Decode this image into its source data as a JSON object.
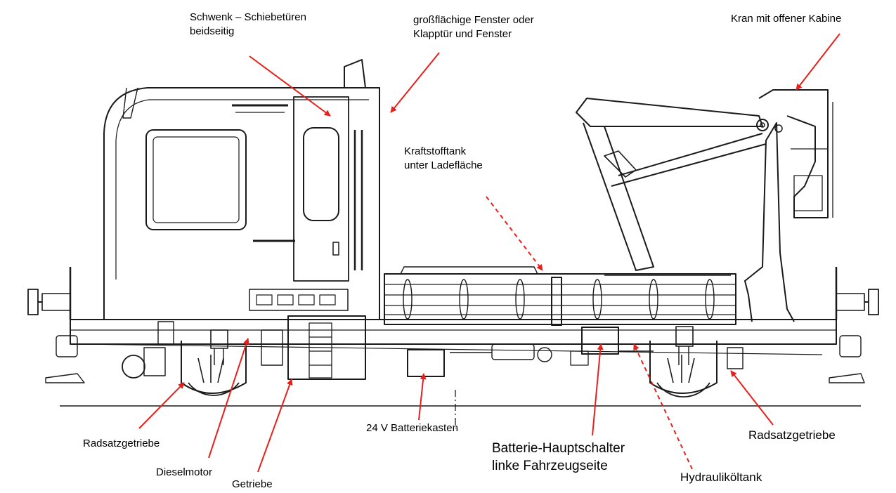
{
  "labels": {
    "schwenk": [
      "Schwenk – Schiebetüren",
      "beidseitig"
    ],
    "fenster": [
      "großflächige Fenster oder",
      "Klapptür und Fenster"
    ],
    "kran": [
      "Kran mit offener Kabine"
    ],
    "kraftstoff": [
      "Kraftstofftank",
      "unter Ladefläche"
    ],
    "radsatz_left": [
      "Radsatzgetriebe"
    ],
    "dieselmotor": [
      "Dieselmotor"
    ],
    "getriebe": [
      "Getriebe"
    ],
    "batteriekasten": [
      "24 V Batteriekasten"
    ],
    "hauptschalter": [
      "Batterie-Hauptschalter",
      "linke Fahrzeugseite"
    ],
    "hydraulik": [
      "Hydrauliköltank"
    ],
    "radsatz_right": [
      "Radsatzgetriebe"
    ]
  },
  "colors": {
    "arrow": "#e8201c",
    "line": "#1a1a1a",
    "text": "#000000"
  }
}
